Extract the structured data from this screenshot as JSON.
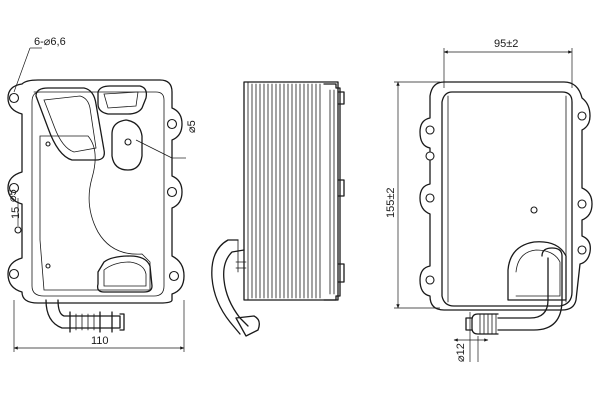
{
  "drawing": {
    "label_holes": "6-⌀6,6",
    "label_dia_small_front": "⌀5",
    "label_dim_15": "15",
    "label_dia_5_side": "⌀5",
    "label_width_110": "110",
    "label_width_95": "95±2",
    "label_height_155": "155±2",
    "label_dia_12": "⌀12"
  }
}
